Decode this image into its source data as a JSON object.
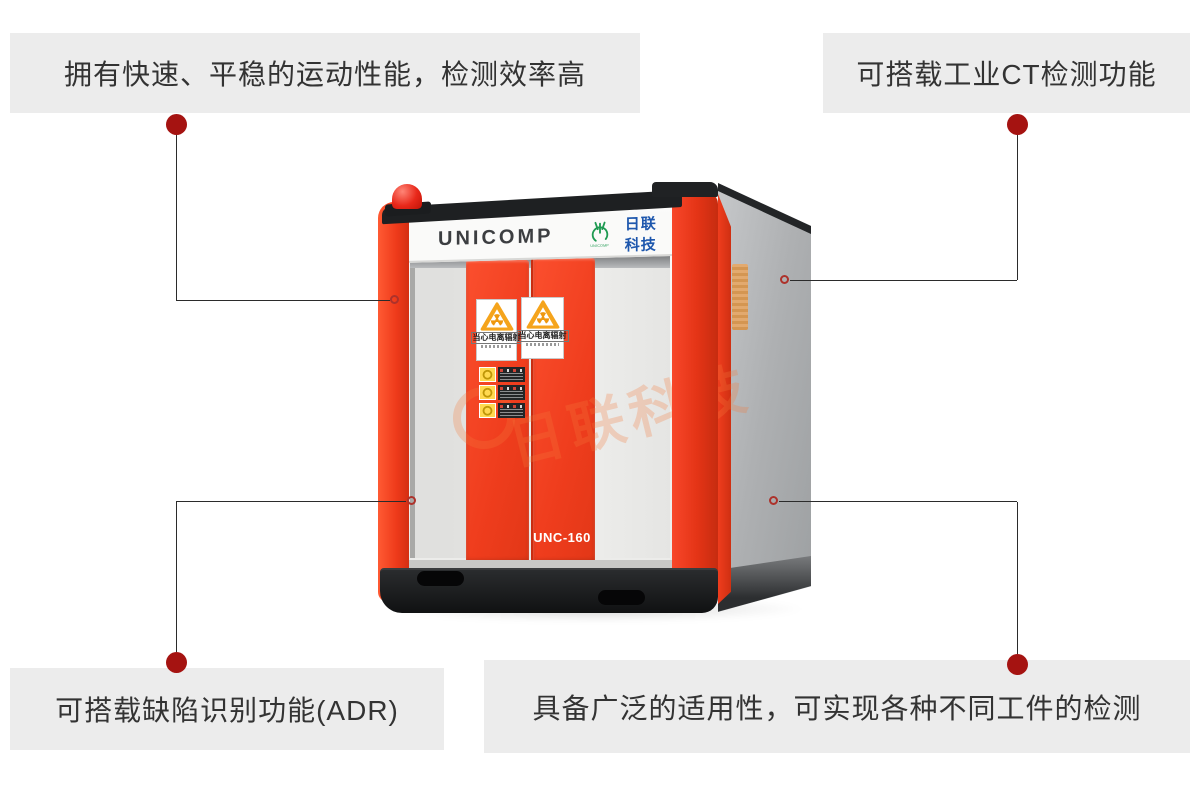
{
  "callouts": [
    {
      "id": "top-left",
      "label": "拥有快速、平稳的运动性能，检测效率高"
    },
    {
      "id": "top-right",
      "label": "可搭载工业CT检测功能"
    },
    {
      "id": "bottom-left",
      "label": "可搭载缺陷识别功能(ADR)"
    },
    {
      "id": "bottom-right",
      "label": "具备广泛的适用性，可实现各种不同工件的检测"
    }
  ],
  "machine": {
    "brand": "UNICOMP",
    "logo_text": "日联科技",
    "logo_sub": "UNICOMP",
    "model": "UNC-160",
    "warning_label": "当心电离辐射",
    "watermark": "日联科技",
    "beacon_icon": "red-beacon-light",
    "radiation_icon": "radiation-trefoil"
  },
  "colors": {
    "callout_box_bg": "#ececec",
    "callout_text": "#333333",
    "dot_red": "#a51311",
    "line": "#2b2b2b",
    "machine_red": "#ee3a1a",
    "warning_orange": "#f5a41c",
    "logo_green": "#1f9a52",
    "logo_blue": "#1e57ad",
    "base_black": "#1b1d1f"
  }
}
